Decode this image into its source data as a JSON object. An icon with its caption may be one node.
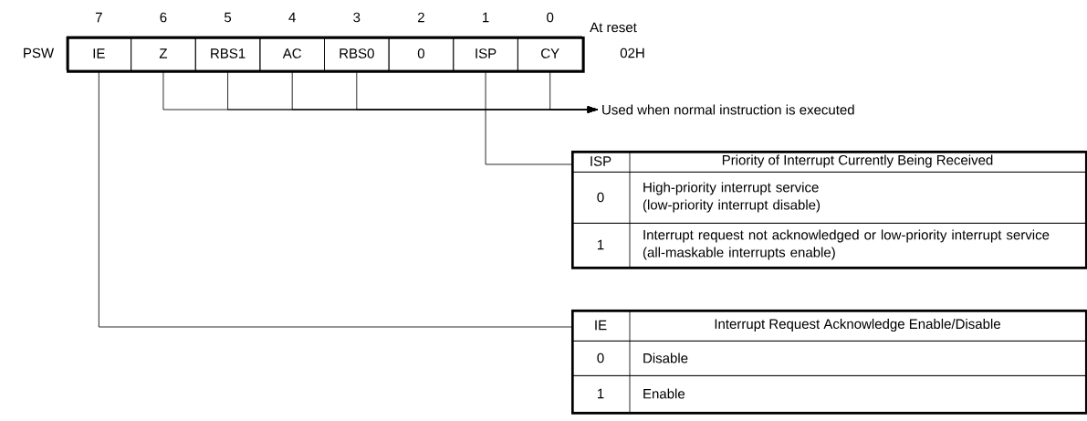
{
  "diagram": {
    "nodes": [
      {
        "text": [
          "PSW"
        ]
      },
      {
        "text": [
          "IE"
        ],
        "beside": [
          "7"
        ],
        "in": 0
      },
      {
        "text": [
          "Z"
        ],
        "beside": [
          "6"
        ],
        "in": 0
      },
      {
        "text": [
          "RBS1"
        ],
        "beside": [
          "5"
        ],
        "in": 0
      },
      {
        "text": [
          "AC"
        ],
        "beside": [
          "4"
        ],
        "in": 0
      },
      {
        "text": [
          "RBS0"
        ],
        "beside": [
          "3"
        ],
        "in": 0
      },
      {
        "text": [
          "0"
        ],
        "beside": [
          "2"
        ],
        "in": 0
      },
      {
        "text": [
          "ISP"
        ],
        "beside": [
          "1"
        ],
        "in": 0
      },
      {
        "text": [
          "CY"
        ],
        "beside": [
          "0"
        ],
        "in": 0
      },
      {
        "text": [
          "Used when normal instruction is executed"
        ]
      },
      {
        "text": [],
        "shape": "box"
      },
      {
        "text": [
          "ISP",
          "Priority of Interrupt Currently Being Received"
        ],
        "in": 10
      },
      {
        "text": [
          "0",
          "High-priority interrupt service",
          "(low-priority interrupt disable)"
        ],
        "in": 10
      },
      {
        "text": [
          "1",
          "Interrupt request not acknowledged or low-priority interrupt service",
          "(all-maskable interrupts enable)"
        ],
        "in": 10
      },
      {
        "text": [],
        "shape": "box"
      },
      {
        "text": [
          "IE",
          "Interrupt Request Acknowledge Enable/Disable"
        ],
        "in": 14
      },
      {
        "text": [
          "0",
          "Disable"
        ],
        "in": 14
      },
      {
        "text": [
          "1",
          "Enable"
        ],
        "in": 14
      }
    ],
    "edges": [
      {
        "from": 2,
        "to": 9,
        "arrow": "to"
      },
      {
        "from": 3,
        "to": 9,
        "arrow": "to"
      },
      {
        "from": 4,
        "to": 9,
        "arrow": "to"
      },
      {
        "from": 5,
        "to": 9,
        "arrow": "to"
      },
      {
        "from": 8,
        "to": 9,
        "arrow": "to"
      },
      {
        "from": 7,
        "to": 10,
        "arrow": "none"
      },
      {
        "from": 1,
        "to": 14,
        "arrow": "none"
      }
    ],
    "labels": [
      "At reset",
      "02H"
    ]
  }
}
